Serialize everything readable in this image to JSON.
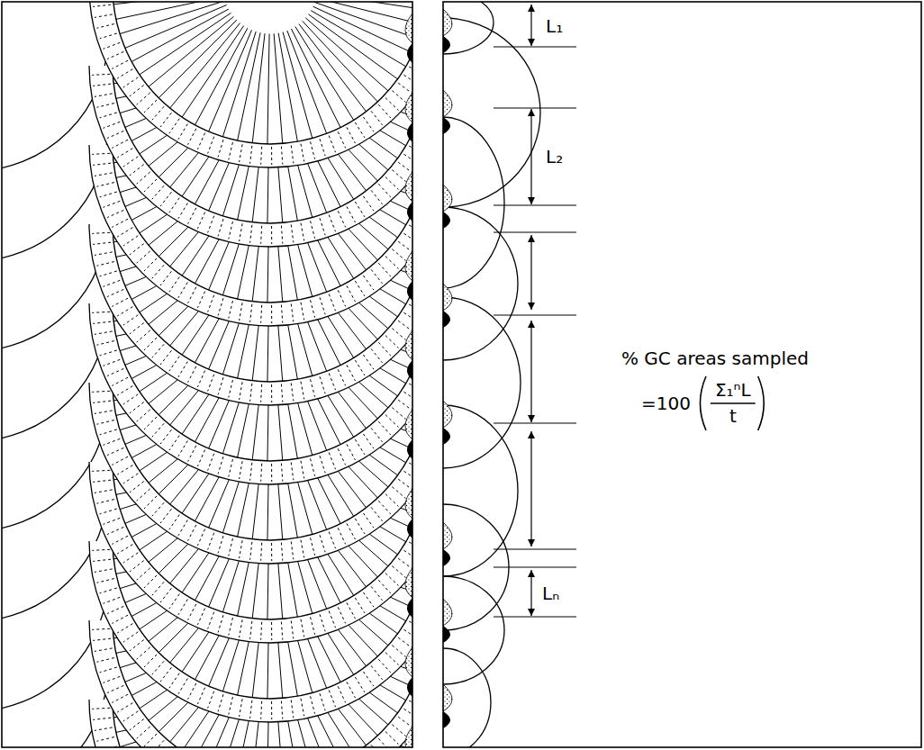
{
  "diagram": {
    "labels": [
      "L₁",
      "L₂",
      "Lₙ",
      "% GC areas sampled",
      "=100",
      "Σ₁ⁿL",
      "t"
    ]
  }
}
